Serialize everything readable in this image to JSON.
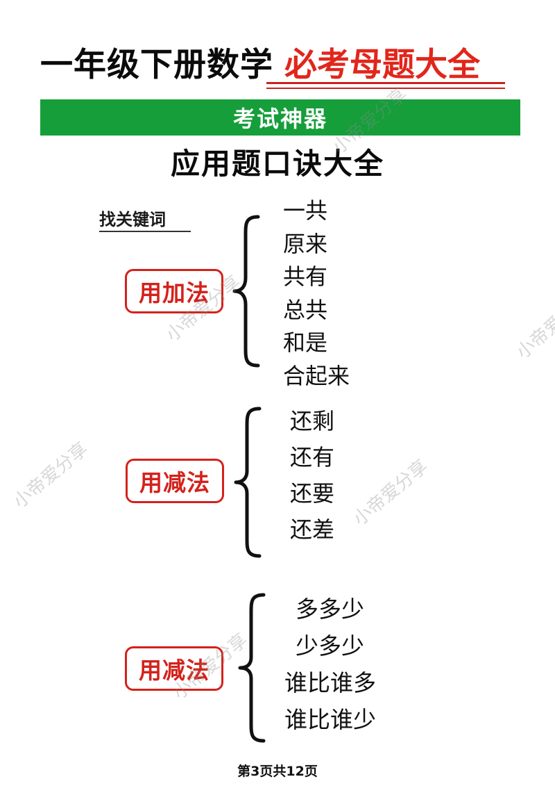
{
  "header": {
    "title_black": "一年级下册数学",
    "title_red": "必考母题大全",
    "banner": "考试神器",
    "subtitle": "应用题口诀大全"
  },
  "keyword_label": "找关键词",
  "sections": [
    {
      "operation": "用加法",
      "keywords": [
        "一共",
        "原来",
        "共有",
        "总共",
        "和是",
        "合起来"
      ]
    },
    {
      "operation": "用减法",
      "keywords": [
        "还剩",
        "还有",
        "还要",
        "还差"
      ]
    },
    {
      "operation": "用减法",
      "keywords": [
        "多多少",
        "少多少",
        "谁比谁多",
        "谁比谁少"
      ]
    }
  ],
  "watermark": "小帝爱分享",
  "footer": "第3页共12页",
  "colors": {
    "accent_red": "#e1261c",
    "banner_green": "#159e3a"
  }
}
